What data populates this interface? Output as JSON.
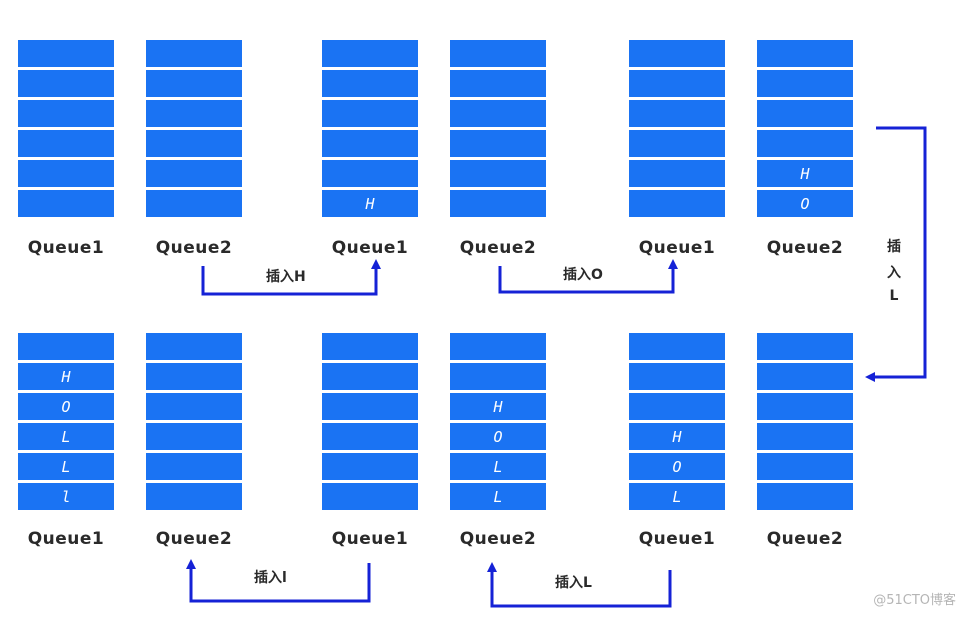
{
  "queue_names": {
    "q1": "Queue1",
    "q2": "Queue2"
  },
  "operations": {
    "insert_h": "插入H",
    "insert_o": "插入O",
    "insert_l_vertical": [
      "插",
      "入",
      "L"
    ],
    "insert_1": "插入l",
    "insert_l": "插入L"
  },
  "colors": {
    "cell": "#1a73f3",
    "arrow": "#1522d6",
    "label": "#2a2a2a"
  },
  "rows": [
    {
      "stages": [
        {
          "label": "Queue1",
          "cells": [
            "",
            "",
            "",
            "",
            "",
            ""
          ]
        },
        {
          "label": "Queue2",
          "cells": [
            "",
            "",
            "",
            "",
            "",
            ""
          ]
        },
        {
          "label": "Queue1",
          "cells": [
            "",
            "",
            "",
            "",
            "",
            "H"
          ]
        },
        {
          "label": "Queue2",
          "cells": [
            "",
            "",
            "",
            "",
            "",
            ""
          ]
        },
        {
          "label": "Queue1",
          "cells": [
            "",
            "",
            "",
            "",
            "",
            ""
          ]
        },
        {
          "label": "Queue2",
          "cells": [
            "",
            "",
            "",
            "",
            "H",
            "O"
          ]
        }
      ]
    },
    {
      "stages": [
        {
          "label": "Queue1",
          "cells": [
            "",
            "H",
            "O",
            "L",
            "L",
            "l"
          ]
        },
        {
          "label": "Queue2",
          "cells": [
            "",
            "",
            "",
            "",
            "",
            ""
          ]
        },
        {
          "label": "Queue1",
          "cells": [
            "",
            "",
            "",
            "",
            "",
            ""
          ]
        },
        {
          "label": "Queue2",
          "cells": [
            "",
            "",
            "H",
            "O",
            "L",
            "L"
          ]
        },
        {
          "label": "Queue1",
          "cells": [
            "",
            "",
            "",
            "H",
            "O",
            "L"
          ]
        },
        {
          "label": "Queue2",
          "cells": [
            "",
            "",
            "",
            "",
            "",
            ""
          ]
        }
      ]
    }
  ],
  "watermark": "@51CTO博客"
}
